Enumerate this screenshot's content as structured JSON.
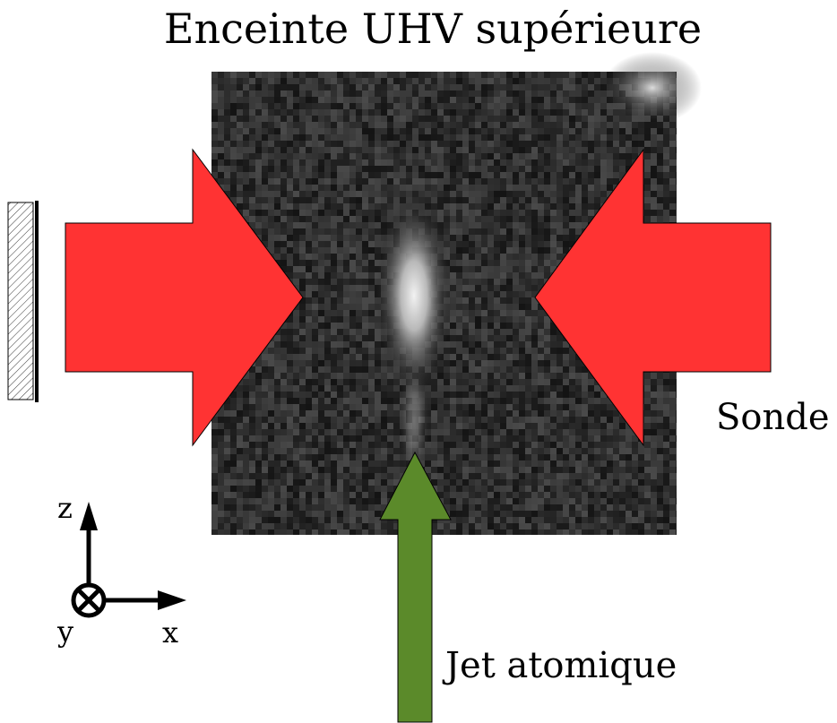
{
  "title": "Enceinte UHV supérieure",
  "labels": {
    "probe": "Sonde",
    "atomic_jet": "Jet atomique",
    "axis_z": "z",
    "axis_x": "x",
    "axis_y": "y"
  },
  "colors": {
    "laser_arrow": "#ff3333",
    "jet_arrow": "#5b8a2a",
    "image_background": "#262626"
  },
  "icons": {
    "mirror": "hatched-mirror-icon",
    "axis_y_into_page": "circle-cross-icon"
  }
}
